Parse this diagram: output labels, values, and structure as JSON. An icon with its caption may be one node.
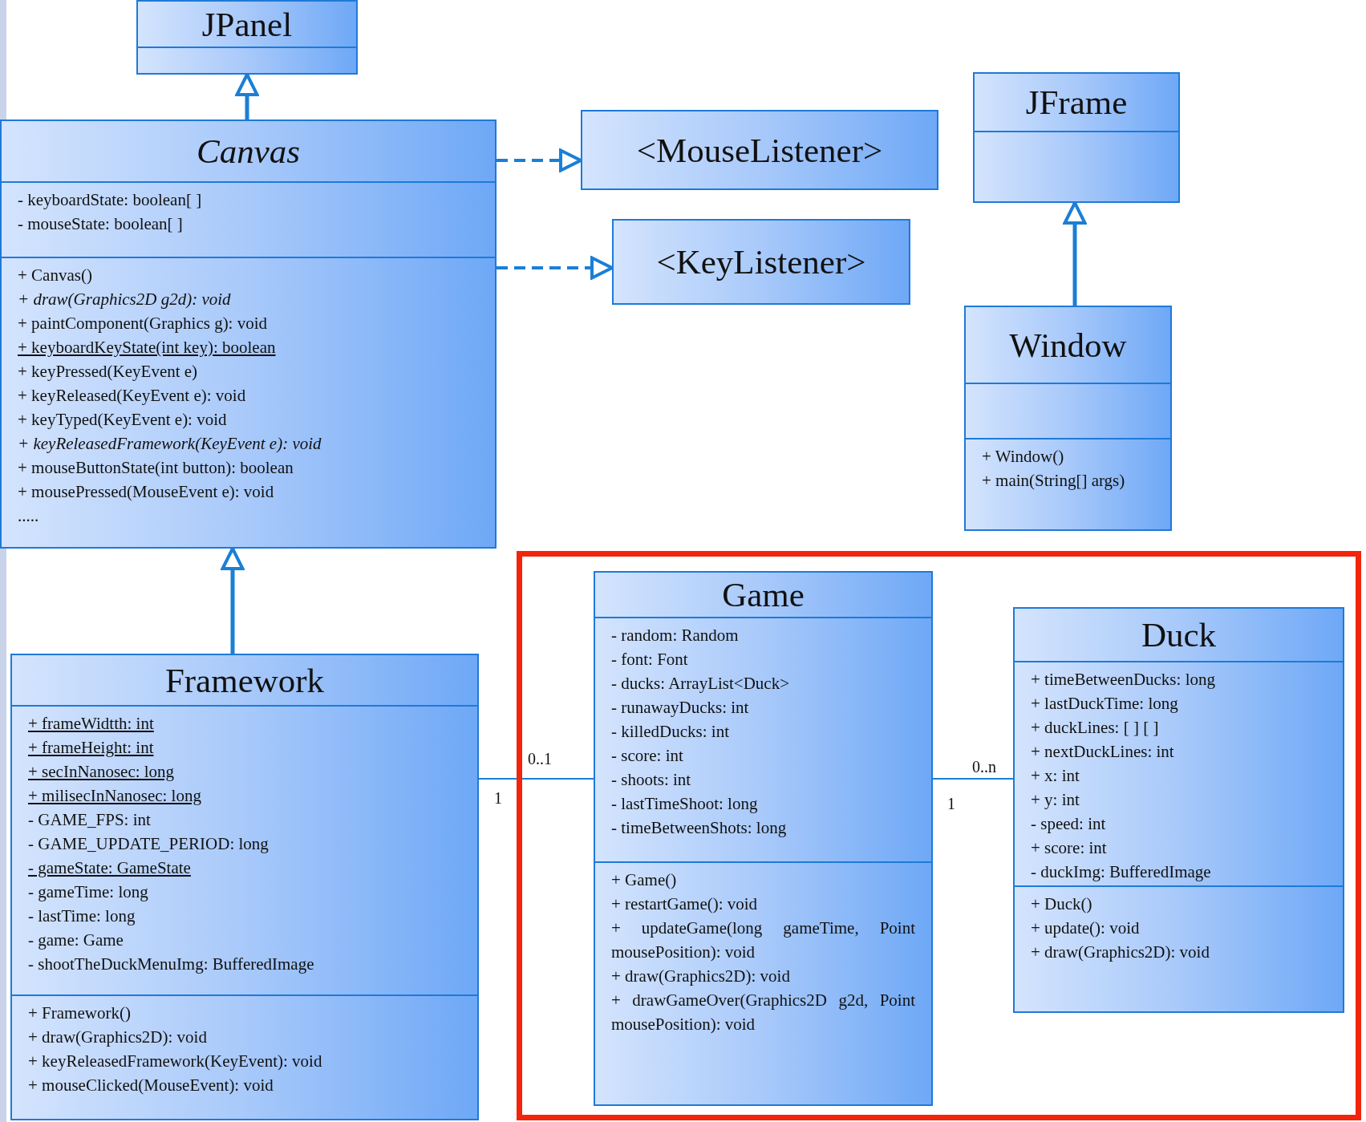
{
  "diagram": {
    "nodes": [
      {
        "text": [
          "JPanel"
        ]
      },
      {
        "text": [],
        "shape": "box",
        "in": 0
      },
      {
        "text": [
          "Canvas"
        ]
      },
      {
        "text": [
          "- keyboardState: boolean[ ]",
          "- mouseState: boolean[ ]"
        ],
        "in": 2
      },
      {
        "text": [
          "+ Canvas()",
          "+ draw(Graphics2D g2d): void",
          "+ paintComponent(Graphics g): void",
          "+ keyboardKeyState(int key): boolean",
          "+ keyPressed(KeyEvent e)",
          "+ keyReleased(KeyEvent e): void",
          "+ keyTyped(KeyEvent e): void",
          "+ keyReleasedFramework(KeyEvent e): void",
          "+ mouseButtonState(int button): boolean",
          "+ mousePressed(MouseEvent e): void",
          "....."
        ],
        "in": 2
      },
      {
        "text": [
          "<MouseListener>"
        ]
      },
      {
        "text": [
          "<KeyListener>"
        ]
      },
      {
        "text": [
          "JFrame"
        ]
      },
      {
        "text": [],
        "shape": "box",
        "in": 7
      },
      {
        "text": [
          "Window"
        ]
      },
      {
        "text": [],
        "shape": "box",
        "in": 9
      },
      {
        "text": [
          "+ Window()",
          "+ main(String[] args)"
        ],
        "in": 9
      },
      {
        "text": [
          "Framework"
        ]
      },
      {
        "text": [
          "+ frameWidtth: int",
          "+ frameHeight: int",
          "+ secInNanosec: long",
          "+ milisecInNanosec: long",
          "- GAME_FPS: int",
          "- GAME_UPDATE_PERIOD: long",
          "- gameState: GameState",
          "- gameTime: long",
          "- lastTime: long",
          "- game: Game",
          "- shootTheDuckMenuImg: BufferedImage"
        ],
        "in": 12
      },
      {
        "text": [
          "+ Framework()",
          "+ draw(Graphics2D): void",
          "+ keyReleasedFramework(KeyEvent): void",
          "+ mouseClicked(MouseEvent): void"
        ],
        "in": 12
      },
      {
        "text": [],
        "shape": "box"
      },
      {
        "text": [
          "Game"
        ],
        "in": 15
      },
      {
        "text": [
          "- random: Random",
          "- font: Font",
          "- ducks: ArrayList<Duck>",
          "- runawayDucks: int",
          "- killedDucks: int",
          "- score: int",
          "- shoots: int",
          "- lastTimeShoot: long",
          "- timeBetweenShots: long"
        ],
        "in": 16
      },
      {
        "text": [
          "+ Game()",
          "+ restartGame(): void",
          "+ updateGame(long gameTime, Point mousePosition): void",
          "+ draw(Graphics2D): void",
          "+ drawGameOver(Graphics2D g2d, Point mousePosition): void"
        ],
        "in": 16
      },
      {
        "text": [
          "Duck"
        ],
        "in": 15
      },
      {
        "text": [
          "+ timeBetweenDucks: long",
          "+ lastDuckTime: long",
          "+ duckLines: [ ] [ ]",
          "+ nextDuckLines: int",
          "+ x: int",
          "+ y: int",
          "- speed: int",
          "+ score: int",
          "- duckImg: BufferedImage"
        ],
        "in": 19
      },
      {
        "text": [
          "+ Duck()",
          "+ update(): void",
          "+ draw(Graphics2D): void"
        ],
        "in": 19
      }
    ],
    "edges": [
      {
        "from": 2,
        "to": 0,
        "arrow": "to"
      },
      {
        "from": 2,
        "to": 5,
        "arrow": "to",
        "style": "dashed"
      },
      {
        "from": 2,
        "to": 6,
        "arrow": "to",
        "style": "dashed"
      },
      {
        "from": 9,
        "to": 7,
        "arrow": "to"
      },
      {
        "from": 12,
        "to": 2,
        "arrow": "to"
      },
      {
        "from": 12,
        "to": 16,
        "arrow": "none"
      },
      {
        "from": 16,
        "to": 19,
        "arrow": "none"
      }
    ],
    "labels": [
      "1",
      "0..1",
      "1",
      "0..n"
    ]
  }
}
